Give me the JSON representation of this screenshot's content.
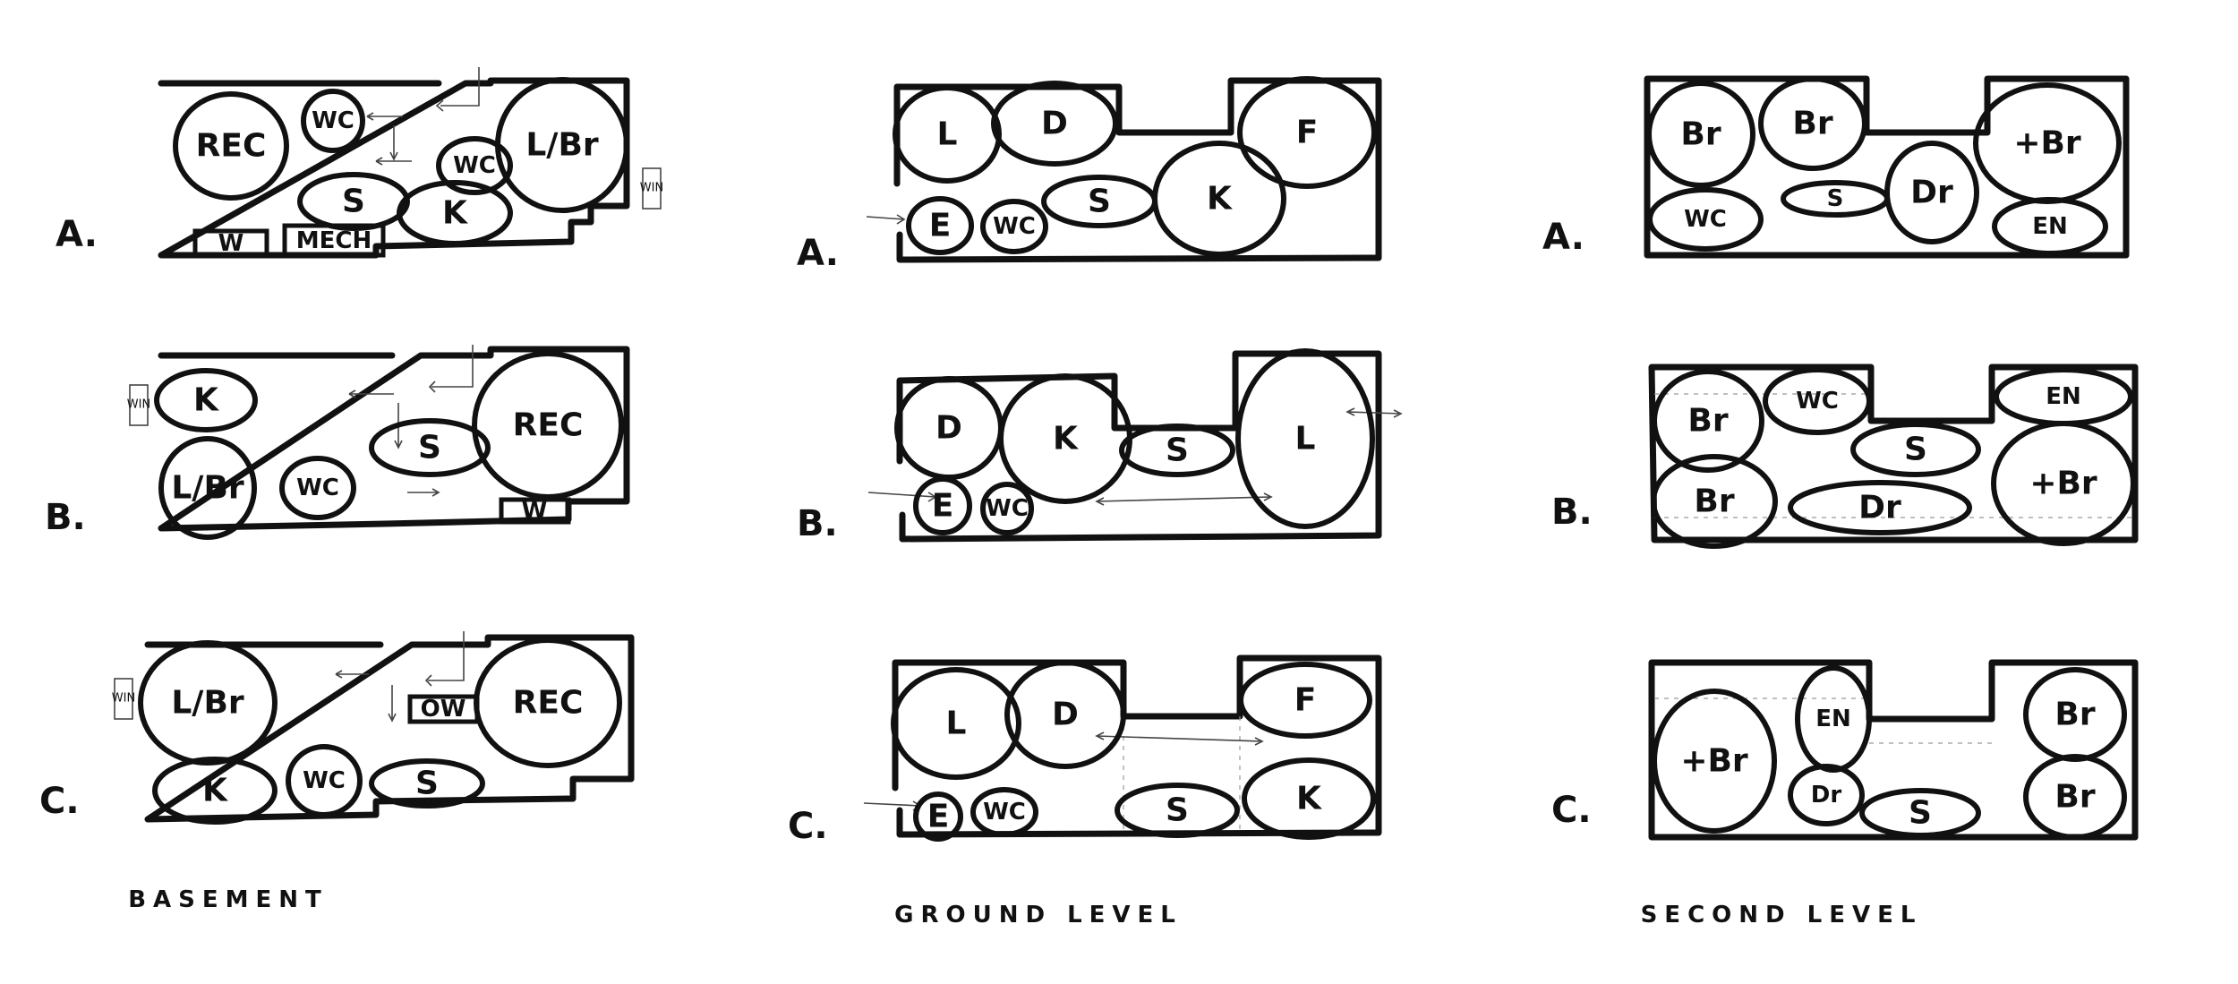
{
  "levels": [
    "BASEMENT",
    "GROUND LEVEL",
    "SECOND LEVEL"
  ],
  "row_labels": [
    "A.",
    "B.",
    "C."
  ],
  "basement": {
    "a": {
      "rec": "REC",
      "wc1": "WC",
      "wc2": "WC",
      "lbr": "L/Br",
      "s": "S",
      "k": "K",
      "w": "W",
      "mech": "MECH",
      "win": "WIN"
    },
    "b": {
      "k": "K",
      "lbr": "L/Br",
      "wc": "WC",
      "s": "S",
      "rec": "REC",
      "w": "W",
      "win": "WIN"
    },
    "c": {
      "lbr": "L/Br",
      "k": "K",
      "wc": "WC",
      "s": "S",
      "ow": "OW",
      "rec": "REC",
      "win": "WIN"
    }
  },
  "ground": {
    "a": {
      "l": "L",
      "d": "D",
      "f": "F",
      "e": "E",
      "wc": "WC",
      "s": "S",
      "k": "K"
    },
    "b": {
      "d": "D",
      "k": "K",
      "s": "S",
      "l": "L",
      "e": "E",
      "wc": "WC"
    },
    "c": {
      "l": "L",
      "d": "D",
      "f": "F",
      "e": "E",
      "wc": "WC",
      "s": "S",
      "k": "K"
    }
  },
  "second": {
    "a": {
      "br1": "Br",
      "br2": "Br",
      "dr": "Dr",
      "mbr": "+Br",
      "wc": "WC",
      "s": "S",
      "en": "EN"
    },
    "b": {
      "br1": "Br",
      "wc": "WC",
      "en": "EN",
      "s": "S",
      "br2": "Br",
      "dr": "Dr",
      "mbr": "+Br"
    },
    "c": {
      "mbr": "+Br",
      "en": "EN",
      "dr": "Dr",
      "s": "S",
      "br1": "Br",
      "br2": "Br"
    }
  }
}
